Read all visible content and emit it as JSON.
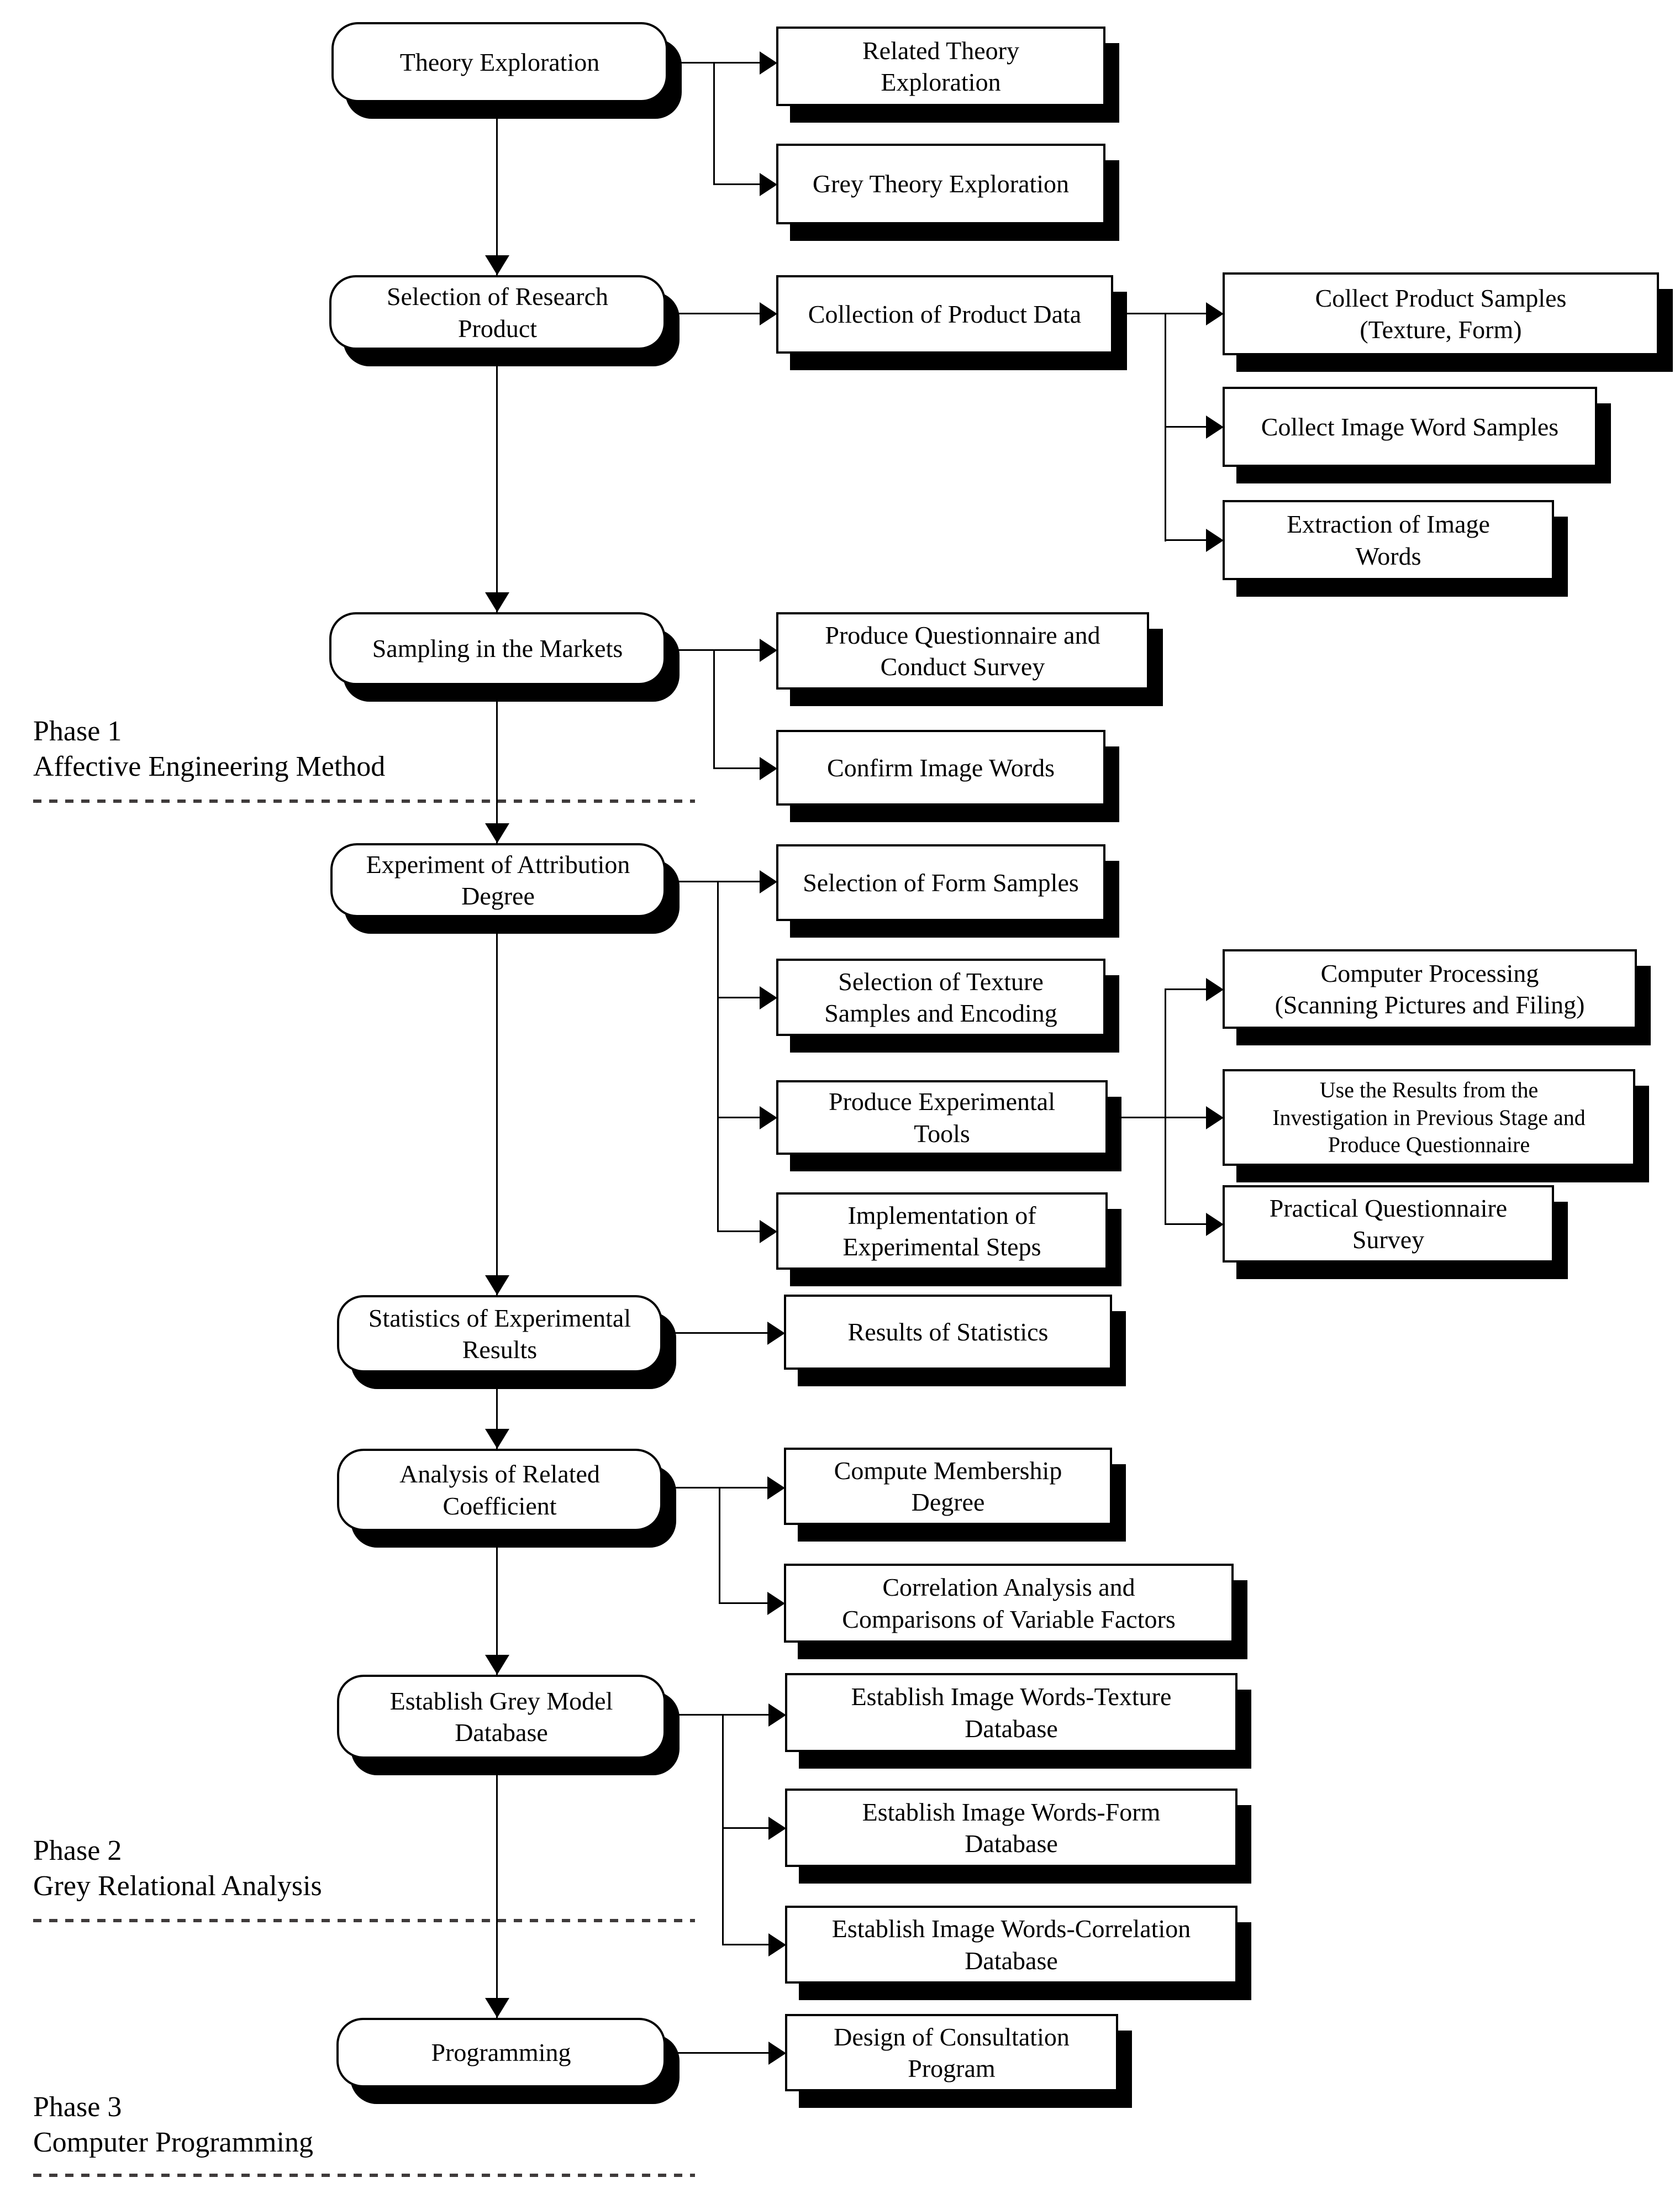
{
  "diagram": {
    "background": "#ffffff",
    "line_color": "#000000",
    "shadow_color": "#000000",
    "dash_color": "#3f3b3b",
    "nodes": {
      "main": [
        "Theory Exploration",
        "Selection of Research\nProduct",
        "Sampling in the Markets",
        "Experiment of Attribution\nDegree",
        "Statistics of Experimental\nResults",
        "Analysis of Related\nCoefficient",
        "Establish Grey Model\nDatabase",
        "Programming"
      ],
      "sub": [
        "Related Theory\nExploration",
        "Grey Theory Exploration",
        "Collection of Product Data",
        "Produce Questionnaire and\nConduct Survey",
        "Confirm Image Words",
        "Selection of Form Samples",
        "Selection of Texture\nSamples and Encoding",
        "Produce Experimental\nTools",
        "Implementation of\nExperimental Steps",
        "Results of Statistics",
        "Compute Membership\nDegree",
        "Correlation Analysis and\nComparisons of Variable Factors",
        "Establish Image Words-Texture\nDatabase",
        "Establish Image Words-Form\nDatabase",
        "Establish Image Words-Correlation\nDatabase",
        "Design of Consultation\nProgram"
      ],
      "detail": [
        "Collect Product Samples\n(Texture, Form)",
        "Collect Image Word Samples",
        "Extraction of Image\nWords",
        "Computer Processing\n(Scanning Pictures and Filing)",
        "Use the Results from the\nInvestigation in Previous Stage and\nProduce Questionnaire",
        "Practical Questionnaire\nSurvey"
      ]
    },
    "phases": [
      {
        "label": "Phase 1",
        "name": "Affective Engineering Method"
      },
      {
        "label": "Phase 2",
        "name": "Grey Relational Analysis"
      },
      {
        "label": "Phase 3",
        "name": "Computer Programming"
      }
    ]
  }
}
